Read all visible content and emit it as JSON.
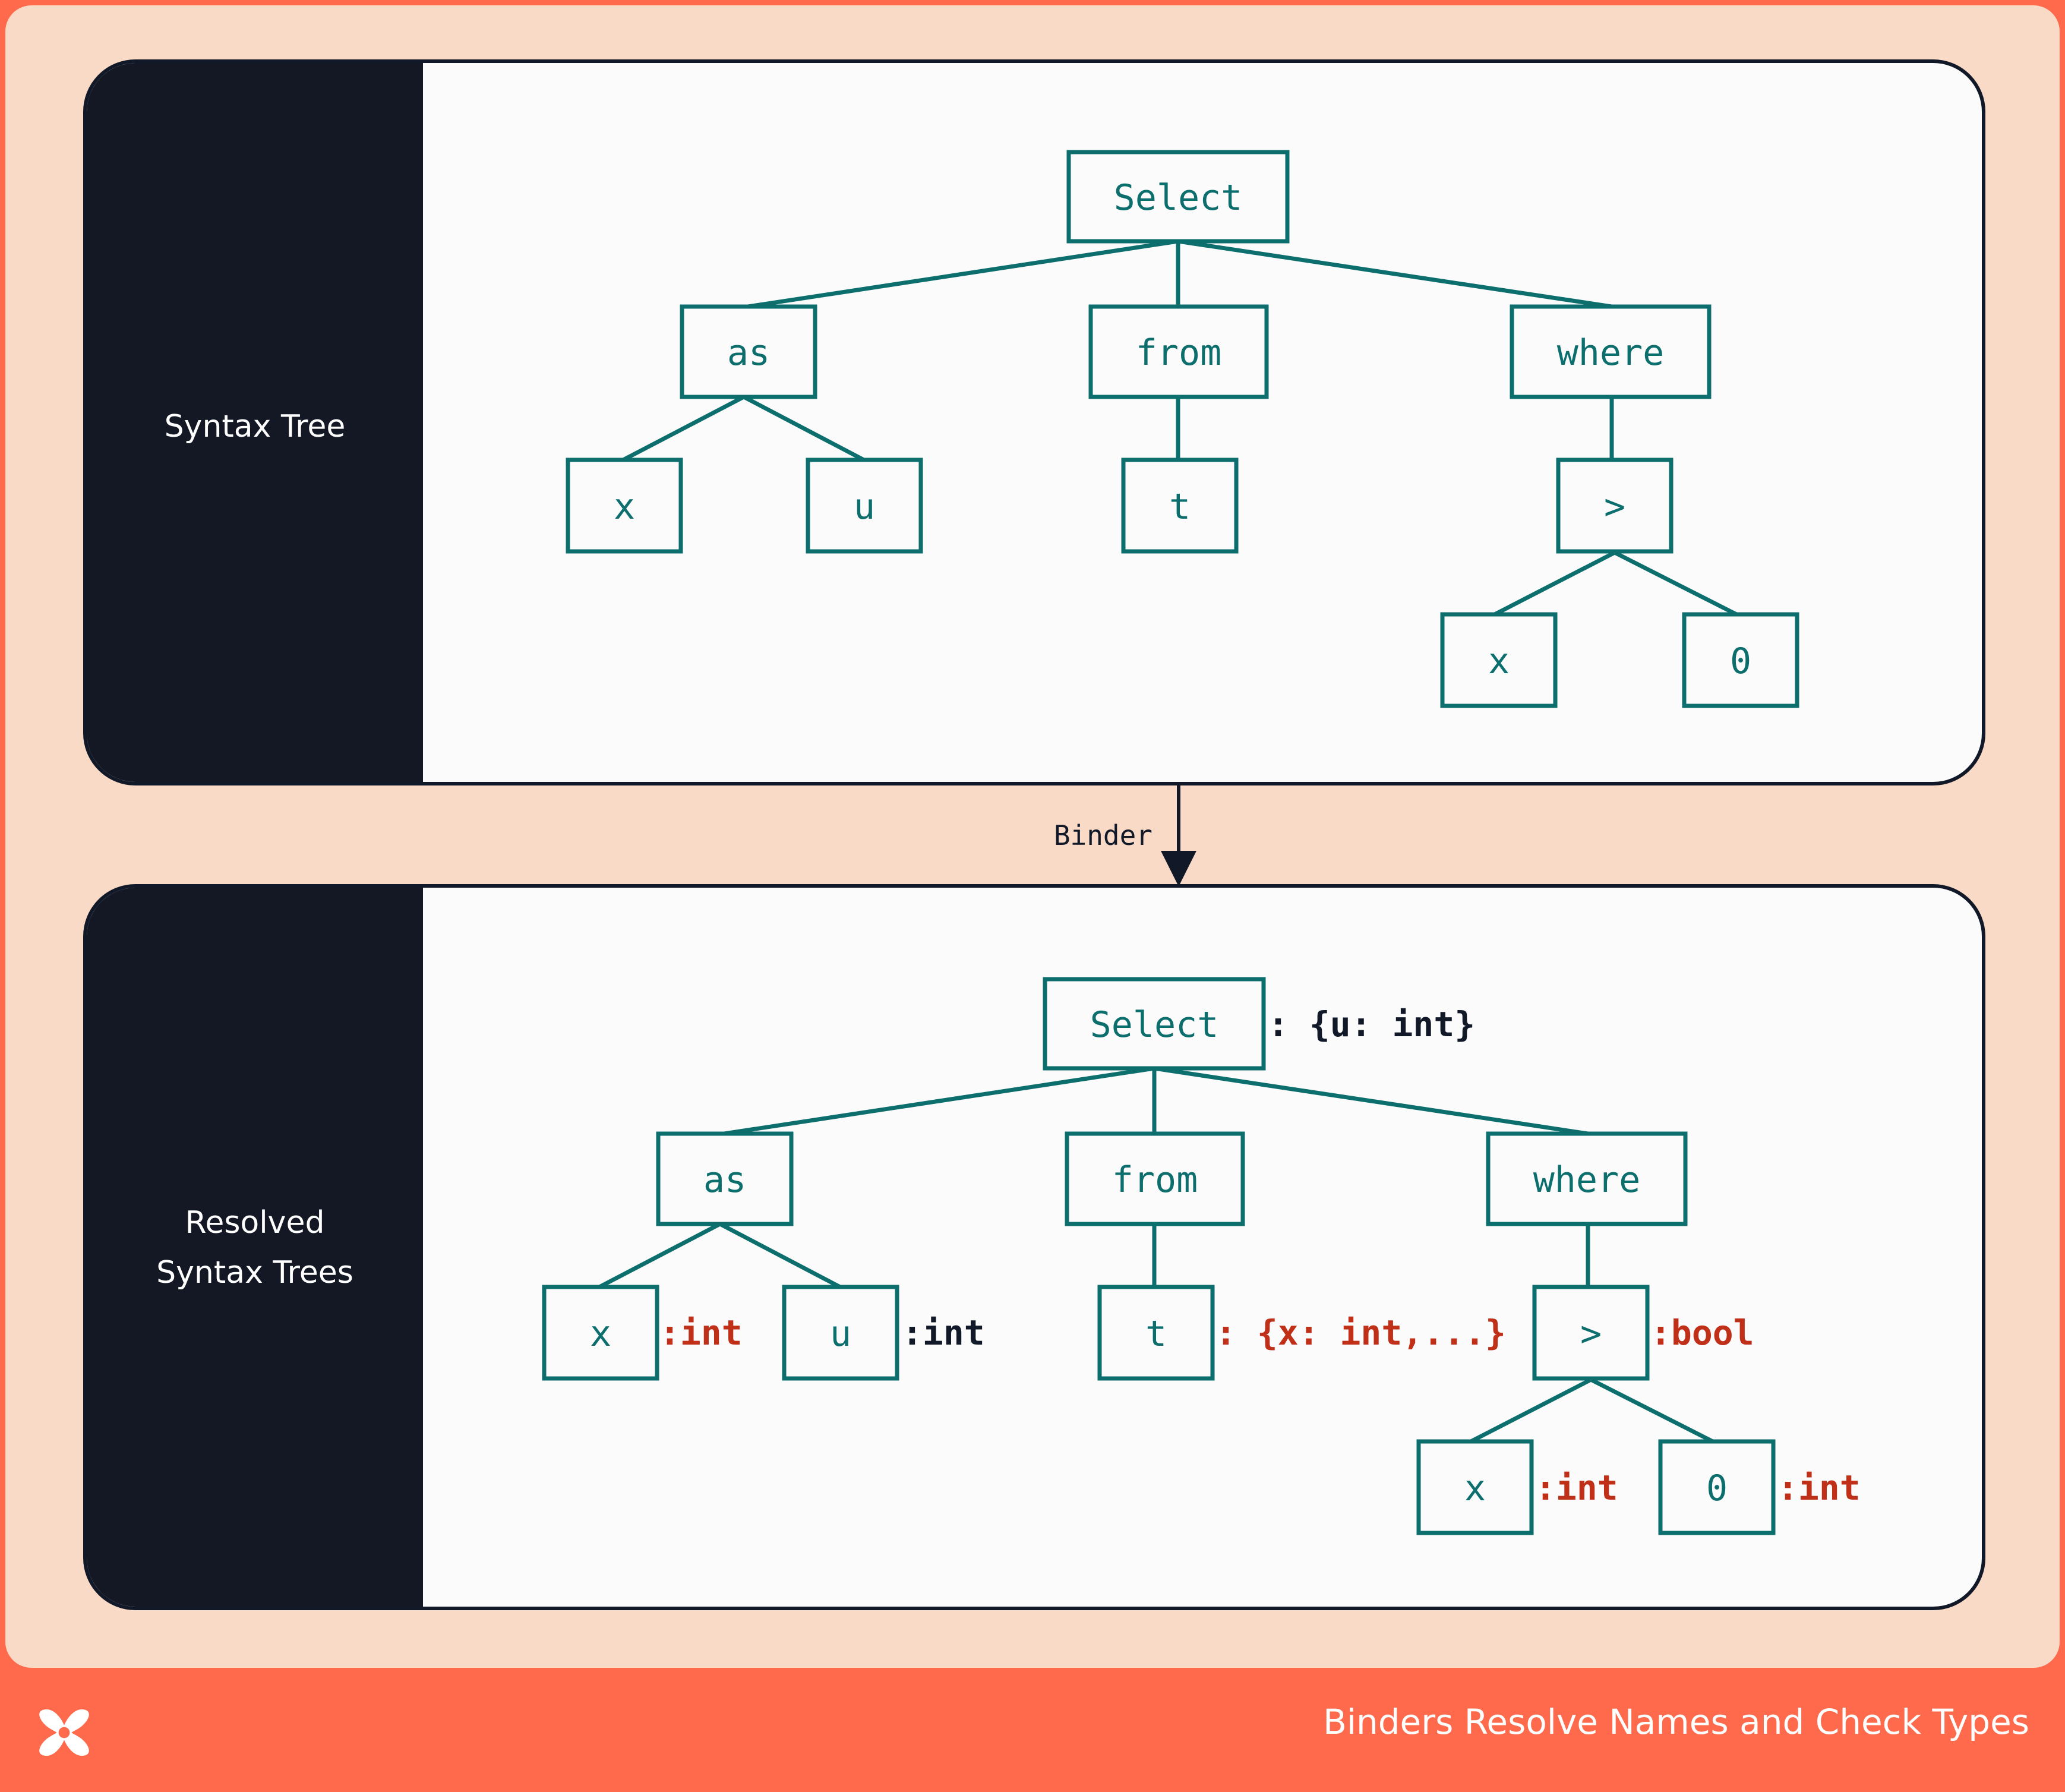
{
  "footer": {
    "title": "Binders Resolve Names and Check Types"
  },
  "colors": {
    "node_stroke": "#0c6e6d",
    "type_red": "#c02f18",
    "type_dark": "#111827",
    "footer_bg": "#ff6a4d",
    "frame_bg": "#f9dac6",
    "panel_side": "#131824"
  },
  "panel_top": {
    "label": "Syntax Tree",
    "nodes": {
      "select": "Select",
      "as": "as",
      "from": "from",
      "where": "where",
      "x": "x",
      "u": "u",
      "t": "t",
      "gt": ">",
      "x2": "x",
      "zero": "0"
    }
  },
  "arrow": {
    "label": "Binder"
  },
  "panel_bottom": {
    "label_line1": "Resolved",
    "label_line2": "Syntax Trees",
    "nodes": {
      "select": "Select",
      "as": "as",
      "from": "from",
      "where": "where",
      "x": "x",
      "u": "u",
      "t": "t",
      "gt": ">",
      "x2": "x",
      "zero": "0"
    },
    "annotations": {
      "select": ": {u: int}",
      "x": ":int",
      "u": ":int",
      "t": ": {x: int,...}",
      "gt": ":bool",
      "x2": ":int",
      "zero": ":int"
    }
  }
}
